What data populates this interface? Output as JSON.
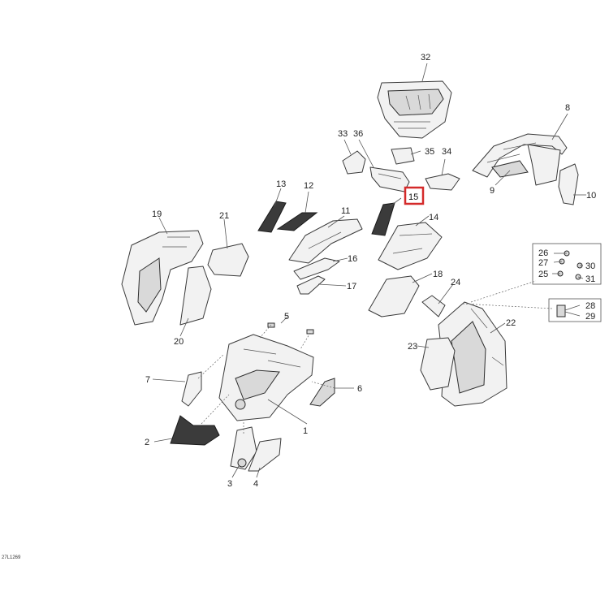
{
  "diagram": {
    "figure_reference": "27L1269",
    "highlighted_part": "15",
    "highlight_color": "#d42a2a",
    "callouts": [
      "1",
      "2",
      "3",
      "4",
      "5",
      "6",
      "7",
      "8",
      "9",
      "10",
      "11",
      "12",
      "13",
      "14",
      "15",
      "16",
      "17",
      "18",
      "19",
      "20",
      "21",
      "22",
      "23",
      "24",
      "25",
      "26",
      "27",
      "28",
      "29",
      "30",
      "31",
      "32",
      "33",
      "34",
      "35",
      "36"
    ]
  }
}
